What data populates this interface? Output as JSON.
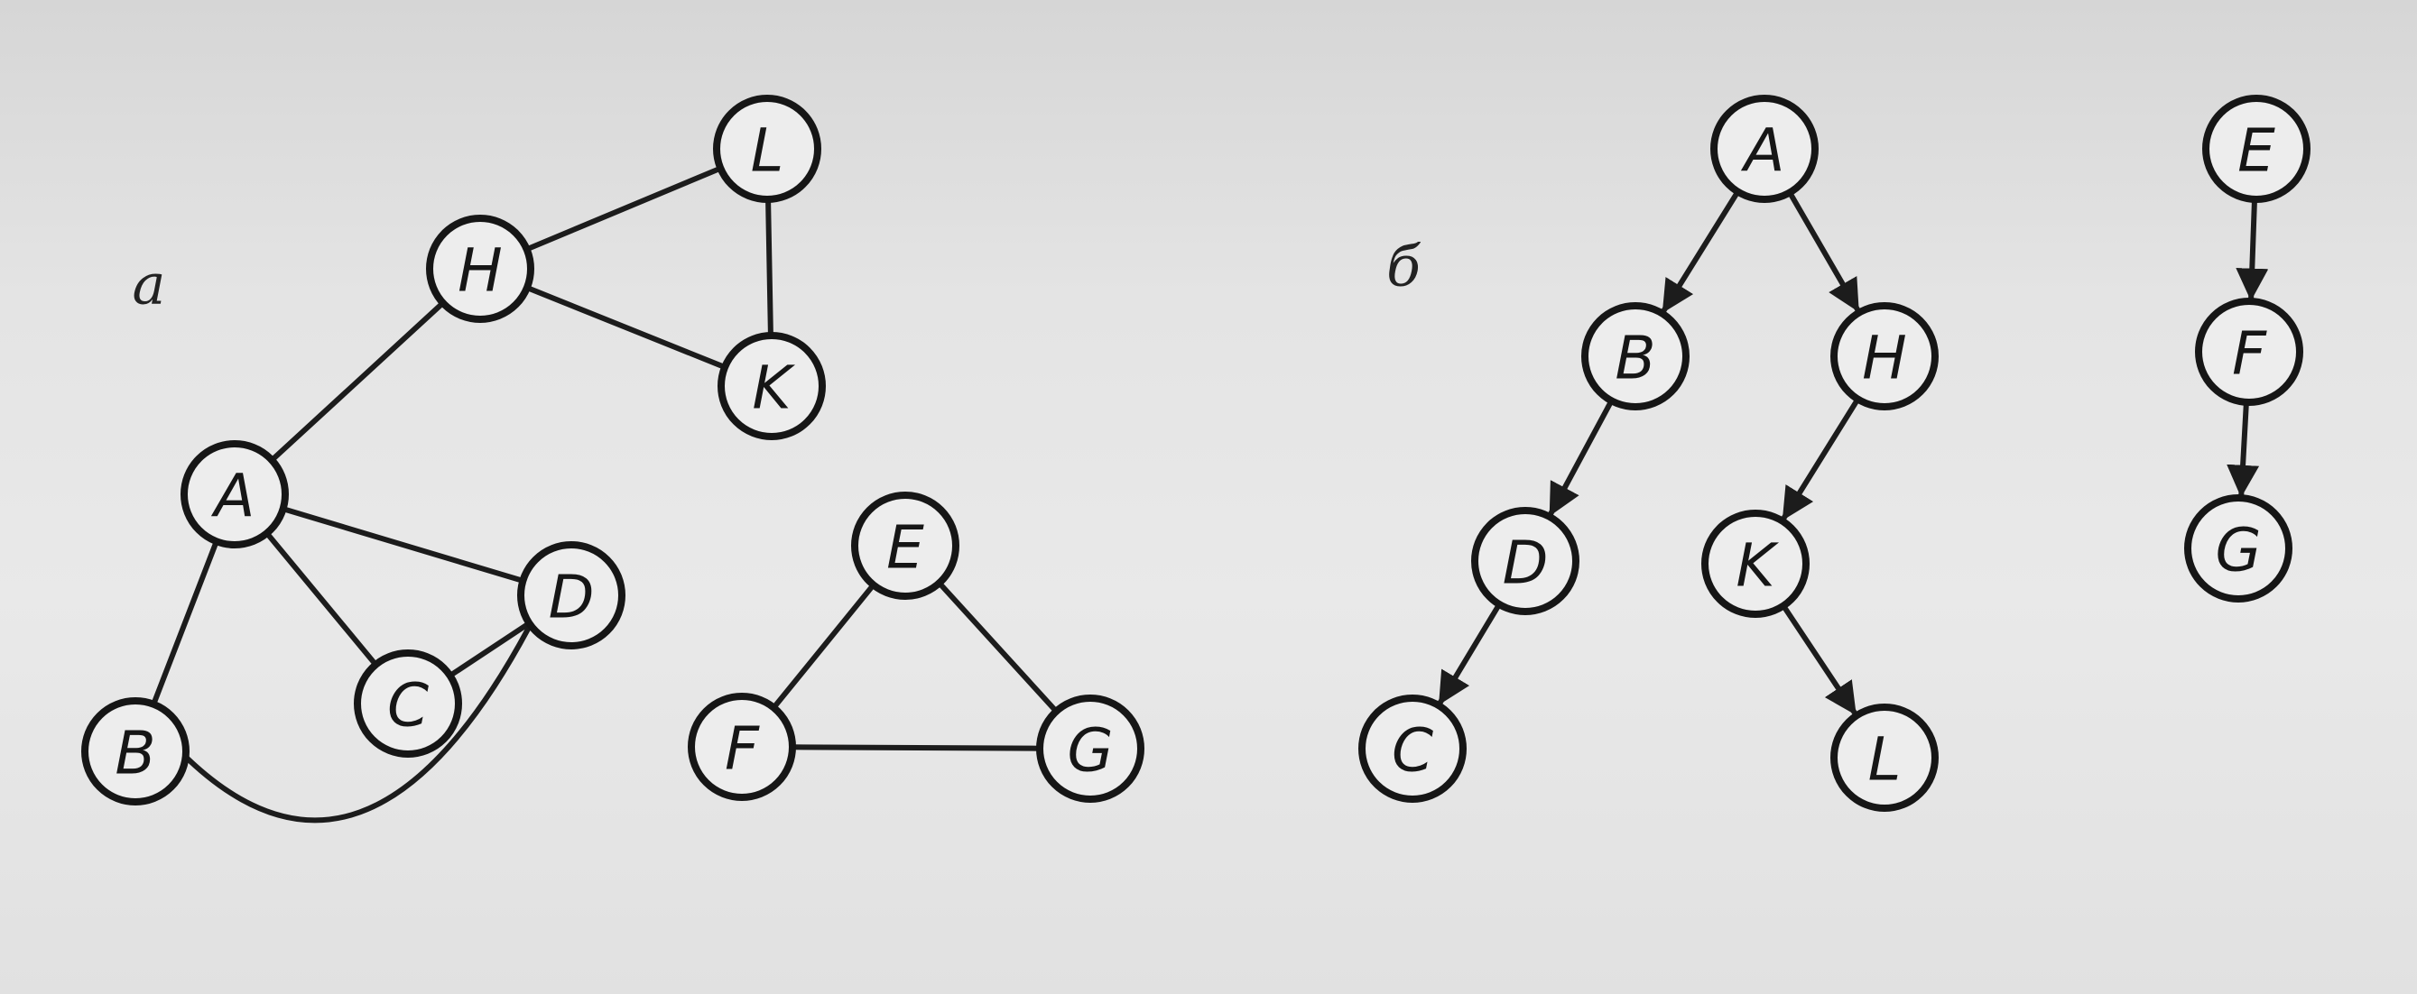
{
  "panels": [
    {
      "label": "а",
      "directed": false,
      "nodes": [
        "L",
        "H",
        "K",
        "A",
        "D",
        "C",
        "B",
        "E",
        "F",
        "G"
      ],
      "edges": [
        [
          "H",
          "L"
        ],
        [
          "L",
          "K"
        ],
        [
          "H",
          "K"
        ],
        [
          "H",
          "A"
        ],
        [
          "A",
          "D"
        ],
        [
          "A",
          "C"
        ],
        [
          "C",
          "D"
        ],
        [
          "A",
          "B"
        ],
        [
          "B",
          "D"
        ],
        [
          "E",
          "F"
        ],
        [
          "E",
          "G"
        ],
        [
          "F",
          "G"
        ]
      ]
    },
    {
      "label": "б",
      "directed": true,
      "nodes": [
        "A",
        "B",
        "H",
        "D",
        "K",
        "C",
        "L",
        "E",
        "F",
        "G"
      ],
      "edges": [
        [
          "A",
          "B"
        ],
        [
          "A",
          "H"
        ],
        [
          "B",
          "D"
        ],
        [
          "D",
          "C"
        ],
        [
          "H",
          "K"
        ],
        [
          "K",
          "L"
        ],
        [
          "E",
          "F"
        ],
        [
          "F",
          "G"
        ]
      ]
    }
  ]
}
